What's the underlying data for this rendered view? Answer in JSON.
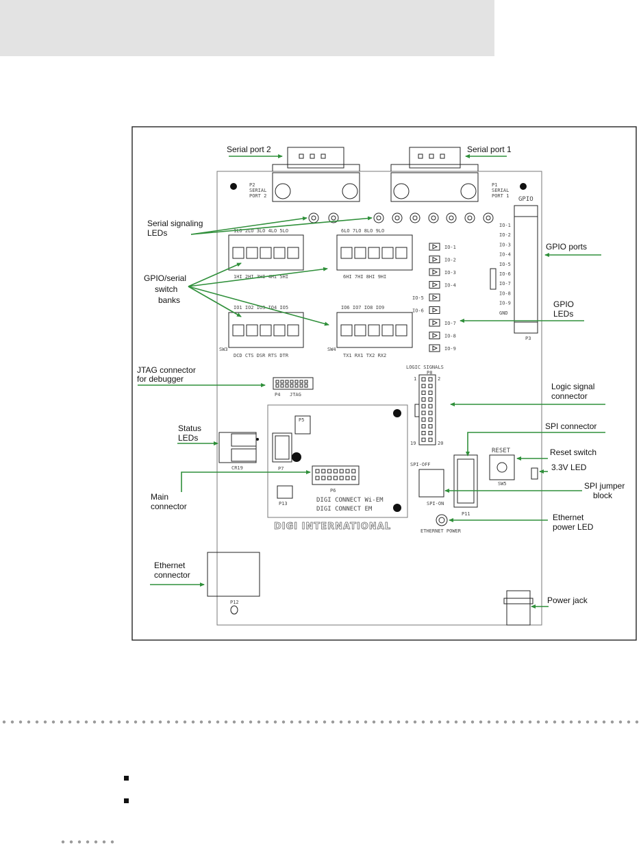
{
  "labels": {
    "serial_port_2": "Serial port 2",
    "serial_port_1": "Serial port 1",
    "serial_signaling_leds_1": "Serial signaling",
    "serial_signaling_leds_2": "LEDs",
    "gpio_ports": "GPIO ports",
    "gpio_serial_switch_1": "GPIO/serial",
    "gpio_serial_switch_2": "switch",
    "gpio_serial_switch_3": "banks",
    "gpio_leds_1": "GPIO",
    "gpio_leds_2": "LEDs",
    "jtag_1": "JTAG connector",
    "jtag_2": "for debugger",
    "logic_signal_1": "Logic signal",
    "logic_signal_2": "connector",
    "status_leds_1": "Status",
    "status_leds_2": "LEDs",
    "spi_connector": "SPI connector",
    "reset_switch": "Reset switch",
    "led_33": "3.3V LED",
    "main_connector_1": "Main",
    "main_connector_2": "connector",
    "spi_jumper_1": "SPI jumper",
    "spi_jumper_2": "block",
    "ethernet_power_1": "Ethernet",
    "ethernet_power_2": "power LED",
    "ethernet_connector_1": "Ethernet",
    "ethernet_connector_2": "connector",
    "power_jack": "Power jack"
  },
  "silkscreen": {
    "p2": "P2",
    "serial_port_2": "SERIAL",
    "port_2": "PORT 2",
    "p1": "P1",
    "serial_port_1": "SERIAL",
    "port_1": "PORT 1",
    "gpio": "GPIO",
    "io_labels": [
      "IO-1",
      "IO-2",
      "IO-3",
      "IO-4",
      "IO-5",
      "IO-6",
      "IO-7",
      "IO-8",
      "IO-9",
      "GND"
    ],
    "gpio_led_labels": [
      "IO-1",
      "IO-2",
      "IO-3",
      "IO-4",
      "IO-5",
      "IO-6",
      "IO-7",
      "IO-8",
      "IO-9"
    ],
    "p3": "P3",
    "sw1_top": "1LO 2LO 3LO 4LO 5LO",
    "sw1_bottom": "1HI 2HI 3HI 4HI 5HI",
    "sw2_top": "6LO 7LO 8LO 9LO",
    "sw2_bottom": "6HI 7HI 8HI 9HI",
    "sw3_top": "IO1 IO2 IO3 IO4 IO5",
    "sw3_bottom": "DCD CTS DSR RTS DTR",
    "sw4_top": "IO6 IO7 IO8 IO9",
    "sw4_bottom": "TX1 RX1 TX2 RX2",
    "sw3": "SW3",
    "sw4": "SW4",
    "logic_signals": "LOGIC SIGNALS",
    "p8": "P8",
    "pin_1": "1",
    "pin_2": "2",
    "pin_19": "19",
    "pin_20": "20",
    "p4": "P4",
    "jtag": "JTAG",
    "p5": "P5",
    "p7": "P7",
    "p6": "P6",
    "p13": "P13",
    "cr19": "CR19",
    "module_1": "DIGI CONNECT Wi-EM",
    "module_2": "DIGI CONNECT EM",
    "brand": "DIGI INTERNATIONAL",
    "spi_off": "SPI-OFF",
    "spi_on": "SPI-ON",
    "p11": "P11",
    "reset": "RESET",
    "sw5": "SW5",
    "ethernet_power": "ETHERNET POWER",
    "p12": "P12"
  }
}
